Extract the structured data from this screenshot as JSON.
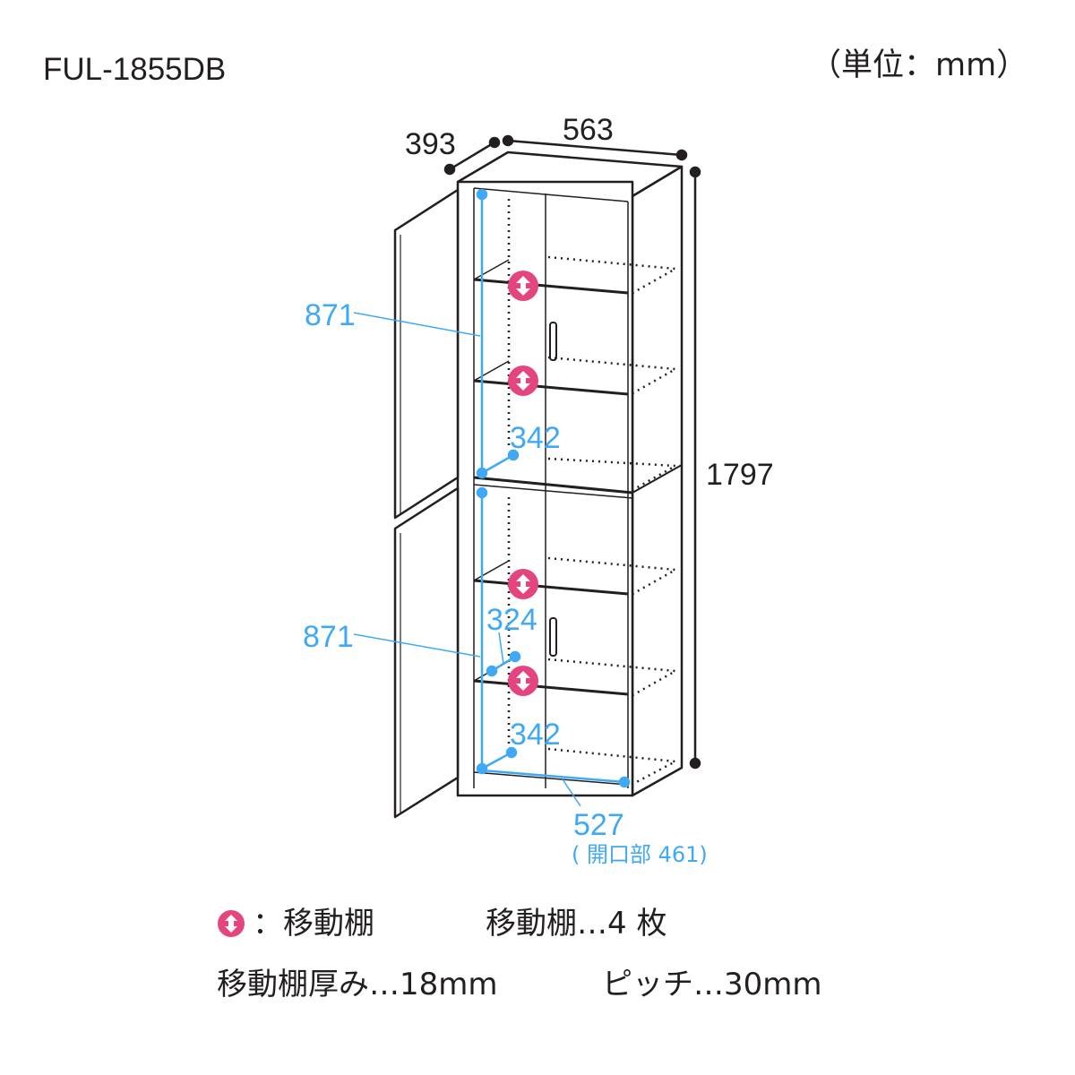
{
  "header": {
    "model": "FUL-1855DB",
    "unit": "（単位：mm）"
  },
  "dimensions": {
    "depth": "393",
    "width": "563",
    "height": "1797",
    "door_upper": "871",
    "door_lower": "871",
    "inner_depth_upper": "342",
    "inner_depth_middle": "324",
    "inner_depth_lower": "342",
    "inner_width": "527",
    "opening": "( 開口部 461)"
  },
  "legend": {
    "movable_shelf_label": "：移動棚",
    "shelf_count": "移動棚…4 枚",
    "shelf_thickness": "移動棚厚み…18mm",
    "pitch": "ピッチ…30mm"
  },
  "colors": {
    "line": "#231f20",
    "dimension": "#3fa9f5",
    "badge": "#e5457e"
  },
  "icons": {
    "movable_shelf": "up-down-arrow-icon"
  }
}
